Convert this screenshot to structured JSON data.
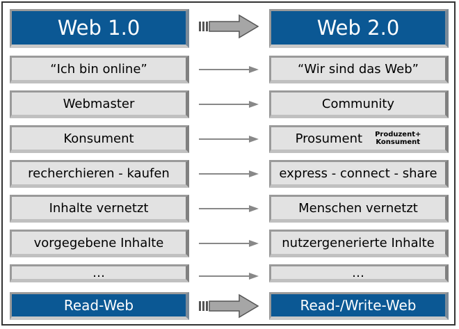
{
  "header": {
    "left": "Web 1.0",
    "right": "Web 2.0"
  },
  "rows": [
    {
      "left": "“Ich bin online”",
      "right": "“Wir sind das Web”"
    },
    {
      "left": "Webmaster",
      "right": "Community"
    },
    {
      "left": "Konsument",
      "right": "Prosument"
    },
    {
      "left": "recherchieren - kaufen",
      "right": "express - connect - share"
    },
    {
      "left": "Inhalte vernetzt",
      "right": "Menschen vernetzt"
    },
    {
      "left": "vorgegebene Inhalte",
      "right": "nutzergenerierte Inhalte"
    },
    {
      "left": "…",
      "right": "…"
    }
  ],
  "prosument_note": {
    "line1": "Produzent+",
    "line2": "Konsument"
  },
  "footer": {
    "left": "Read-Web",
    "right": "Read-/Write-Web"
  },
  "colors": {
    "blue_box": "#0b5894",
    "grey_box": "#e2e2e2",
    "arrow": "#888888"
  }
}
